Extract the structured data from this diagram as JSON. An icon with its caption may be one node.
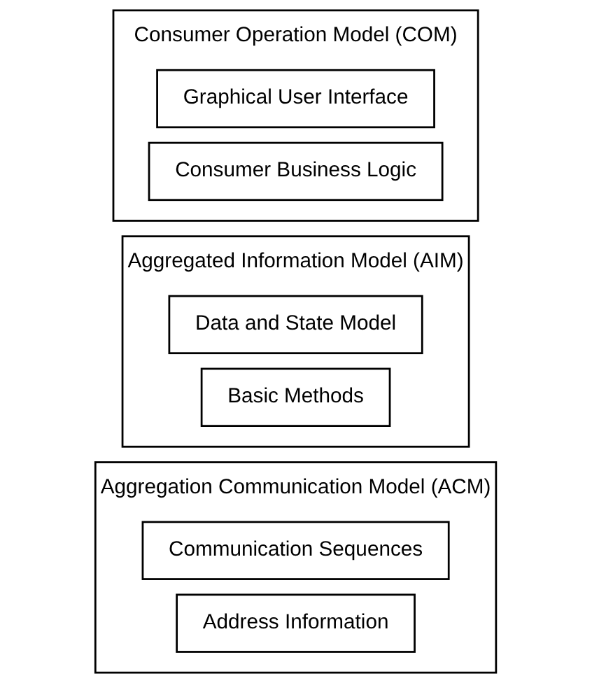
{
  "diagram": {
    "nodes": [
      {
        "text": [
          "Consumer Operation Model (COM)"
        ]
      },
      {
        "text": [
          "Graphical User Interface"
        ],
        "in": 0
      },
      {
        "text": [
          "Consumer Business Logic"
        ],
        "in": 0
      },
      {
        "text": [
          "Aggregated Information Model (AIM)"
        ]
      },
      {
        "text": [
          "Data and State Model"
        ],
        "in": 3
      },
      {
        "text": [
          "Basic Methods"
        ],
        "in": 3
      },
      {
        "text": [
          "Aggregation Communication Model (ACM)"
        ]
      },
      {
        "text": [
          "Communication Sequences"
        ],
        "in": 6
      },
      {
        "text": [
          "Address Information"
        ],
        "in": 6
      }
    ],
    "edges": []
  }
}
